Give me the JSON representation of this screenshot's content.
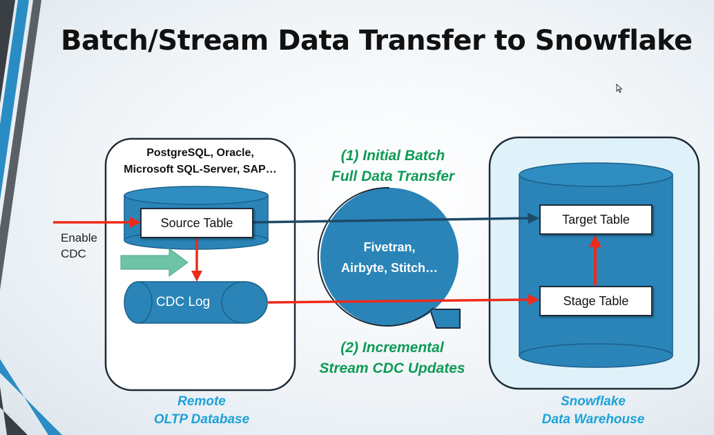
{
  "title": "Batch/Stream Data Transfer to Snowflake",
  "source": {
    "caption_line1": "PostgreSQL, Oracle,",
    "caption_line2": "Microsoft SQL-Server, SAP…",
    "table": "Source Table",
    "cdc_log": "CDC Log",
    "footer_line1": "Remote",
    "footer_line2": "OLTP Database"
  },
  "enable_cdc": {
    "line1": "Enable",
    "line2": "CDC"
  },
  "transfer": {
    "batch_line1": "(1) Initial Batch",
    "batch_line2": "Full Data Transfer",
    "tools_line1": "Fivetran,",
    "tools_line2": "Airbyte, Stitch…",
    "stream_line1": "(2) Incremental",
    "stream_line2": "Stream CDC Updates"
  },
  "target": {
    "target_table": "Target Table",
    "stage_table": "Stage Table",
    "footer_line1": "Snowflake",
    "footer_line2": "Data Warehouse"
  },
  "colors": {
    "accent_blue": "#2a84b8",
    "dark_blue": "#1d4a66",
    "arrow_red": "#ee2a1a",
    "green_text": "#0e9b55",
    "caption_blue": "#1da1d8"
  }
}
